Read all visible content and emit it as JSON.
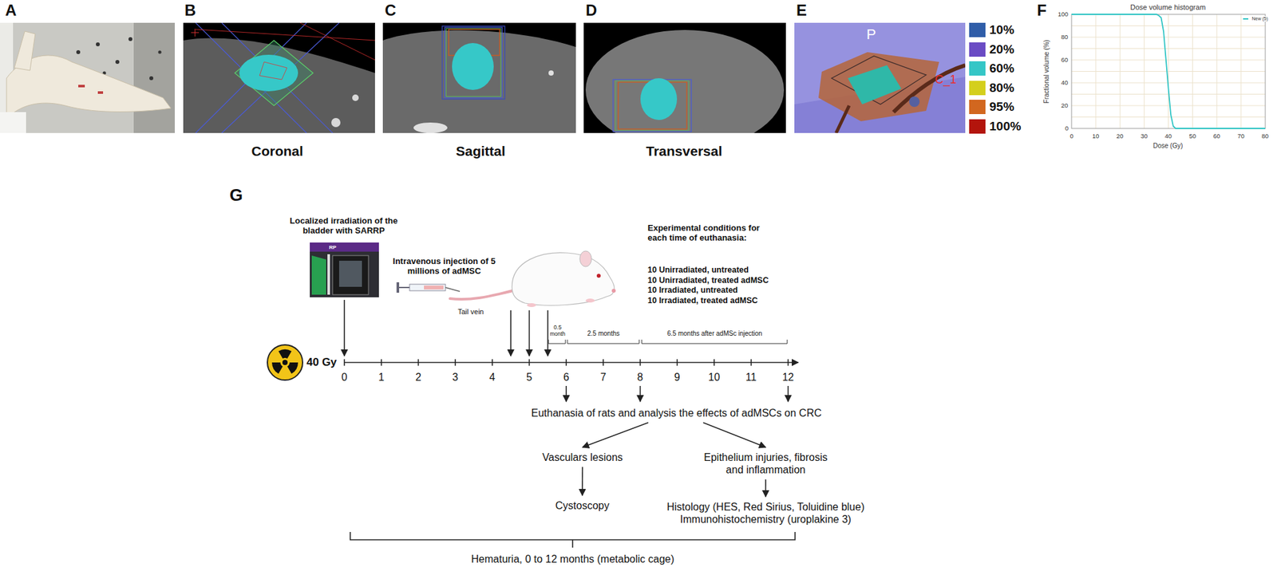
{
  "diagram": {
    "nodes": [
      {
        "text": [
          "Euthanasia of rats and analysis the effects of adMSCs on CRC"
        ]
      },
      {
        "text": [
          "Vasculars lesions"
        ]
      },
      {
        "text": [
          "Epithelium injuries, fibrosis and inflammation"
        ]
      },
      {
        "text": [
          "Cystoscopy"
        ]
      },
      {
        "text": [
          "Histology (HES, Red Sirius, Toluidine blue)",
          "Immunohistochemistry (uroplakine 3)"
        ]
      }
    ],
    "edges": [
      {
        "from": 0,
        "to": 1,
        "arrow": "to"
      },
      {
        "from": 0,
        "to": 2,
        "arrow": "to"
      },
      {
        "from": 1,
        "to": 3,
        "arrow": "to"
      },
      {
        "from": 2,
        "to": 4,
        "arrow": "to"
      }
    ],
    "labels": [
      "A",
      "B",
      "C",
      "D",
      "E",
      "F",
      "Coronal",
      "Sagittal",
      "Transversal",
      "P",
      "C_1",
      "Dose volume histogram",
      "Fractional volume (%)",
      "Dose (Gy)",
      "0",
      "10",
      "20",
      "30",
      "40",
      "50",
      "60",
      "70",
      "80",
      "0",
      "20",
      "40",
      "60",
      "80",
      "100",
      "New (5)",
      "G",
      "Localized irradiation of the bladder with SARRP",
      "RP",
      "Intravenous injection of 5 millions of adMSC",
      "Tail vein",
      "Experimental conditions for each time of euthanasia:",
      "10 Unirradiated, untreated",
      "10 Unirradiated, treated adMSC",
      "10 Irradiated, untreated",
      "10 Irradiated, treated adMSC",
      "40 Gy",
      "0",
      "1",
      "2",
      "3",
      "4",
      "5",
      "6",
      "7",
      "8",
      "9",
      "10",
      "11",
      "12",
      "0.5 month",
      "2.5 months",
      "6.5 months after adMSc injection",
      "Hematuria, 0 to 12 months (metabolic cage)"
    ],
    "legend": [
      {
        "text": "10%",
        "color": "#2f5da8"
      },
      {
        "text": "20%",
        "color": "#6a4bc4"
      },
      {
        "text": "60%",
        "color": "#35c6c6"
      },
      {
        "text": "80%",
        "color": "#d4cf1c"
      },
      {
        "text": "95%",
        "color": "#d2671f"
      },
      {
        "text": "100%",
        "color": "#b3140c"
      }
    ]
  }
}
